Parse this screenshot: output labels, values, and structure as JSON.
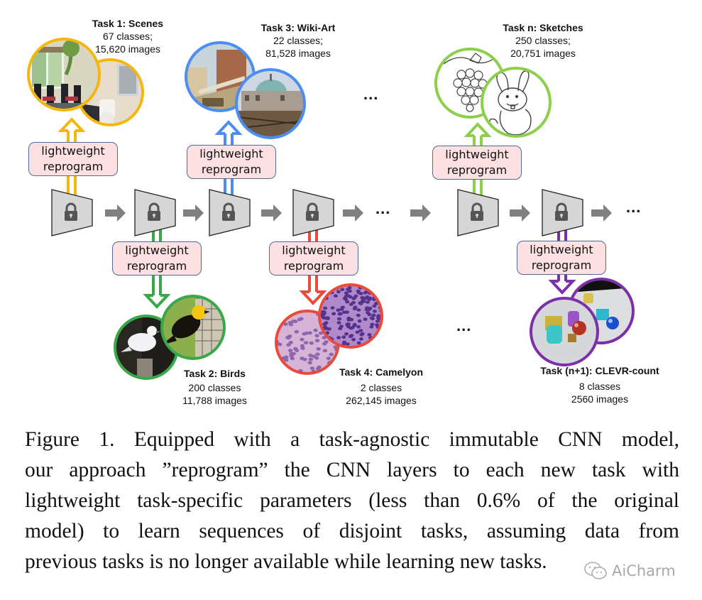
{
  "figure": {
    "reprogram_box": {
      "line1": "lightweight",
      "line2": "reprogram"
    },
    "colors": {
      "task1": "#f5b70f",
      "task2": "#39a848",
      "task3": "#4a8ff0",
      "task4": "#e94a3c",
      "task_n": "#8ccf4a",
      "task_n1": "#7b2fa8",
      "cnn_block_fill": "#d6d6d6",
      "lock": "#555555",
      "arrow": "#808080",
      "reprogram_fill": "#fde0e2",
      "reprogram_border": "#4f6a9c"
    },
    "tasks": [
      {
        "id": "task1",
        "title": "Task 1: Scenes",
        "classes": "67 classes;",
        "images": "15,620 images",
        "position": "above",
        "images_shown": [
          "indoor-room",
          "bathroom"
        ]
      },
      {
        "id": "task2",
        "title": "Task 2: Birds",
        "classes": "200 classes",
        "images": "11,788 images",
        "position": "below",
        "images_shown": [
          "white-gull",
          "yellow-headed-blackbird"
        ]
      },
      {
        "id": "task3",
        "title": "Task 3: Wiki-Art",
        "classes": "22 classes;",
        "images": "81,528 images",
        "position": "above",
        "images_shown": [
          "painting-street",
          "painting-dome"
        ]
      },
      {
        "id": "task4",
        "title": "Task 4: Camelyon",
        "classes": "2 classes",
        "images": "262,145 images",
        "position": "below",
        "images_shown": [
          "histology-1",
          "histology-2"
        ]
      },
      {
        "id": "task_n",
        "title": "Task n: Sketches",
        "classes": "250 classes;",
        "images": "20,751 images",
        "position": "above",
        "images_shown": [
          "grapes-sketch",
          "rabbit-sketch"
        ]
      },
      {
        "id": "task_n1",
        "title": "Task (n+1): CLEVR-count",
        "classes": "8 classes",
        "images": "2560 images",
        "position": "below",
        "images_shown": [
          "clevr-scene-1",
          "clevr-scene-2"
        ]
      }
    ],
    "ellipsis": "..."
  },
  "caption": {
    "lines": [
      "Figure 1. Equipped with a task-agnostic immutable CNN model,",
      "our approach ”reprogram” the CNN layers to each new task with",
      "lightweight task-specific parameters (less than 0.6% of the original",
      "model) to learn sequences of disjoint tasks, assuming data from",
      "previous tasks is no longer available while learning new tasks."
    ]
  },
  "watermark": {
    "text": "AiCharm",
    "icon": "wechat-icon"
  }
}
